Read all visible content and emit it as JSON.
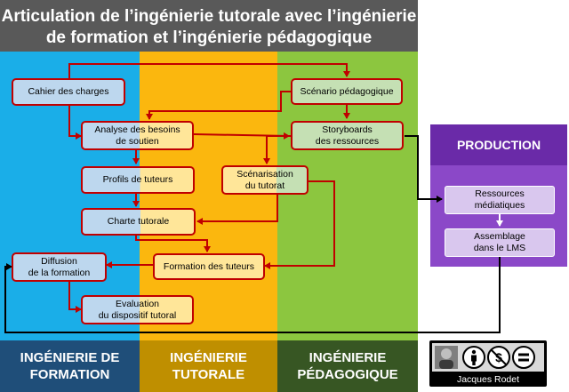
{
  "title": {
    "line1": "Articulation de l’ingénierie tutorale avec l’ingénierie",
    "line2": "de formation et l’ingénierie pédagogique"
  },
  "boxes": {
    "cahier": "Cahier des charges",
    "analyse1": "Analyse des besoins",
    "analyse2": "de soutien",
    "profils": "Profils de tuteurs",
    "charte": "Charte tutorale",
    "diffusion1": "Diffusion",
    "diffusion2": "de la formation",
    "evaluation1": "Evaluation",
    "evaluation2": "du dispositif tutoral",
    "formation_tuteurs": "Formation des tuteurs",
    "scenario": "Scénario pédagogique",
    "storyboards1": "Storyboards",
    "storyboards2": "des ressources",
    "scenarisation1": "Scénarisation",
    "scenarisation2": "du tutorat"
  },
  "production": {
    "header": "PRODUCTION",
    "ressources1": "Ressources",
    "ressources2": "médiatiques",
    "assemblage1": "Assemblage",
    "assemblage2": "dans le LMS"
  },
  "footer": {
    "formation1": "INGÉNIERIE DE",
    "formation2": "FORMATION",
    "tutorale1": "INGÉNIERIE",
    "tutorale2": "TUTORALE",
    "pedagogique1": "INGÉNIERIE",
    "pedagogique2": "PÉDAGOGIQUE"
  },
  "license": {
    "author": "Jacques Rodet"
  },
  "colors": {
    "formation": "#1aaee8",
    "tutorale": "#fbb70e",
    "pedagogique": "#8cc63f",
    "production": "#8b48c8",
    "arrow": "#c00000"
  }
}
